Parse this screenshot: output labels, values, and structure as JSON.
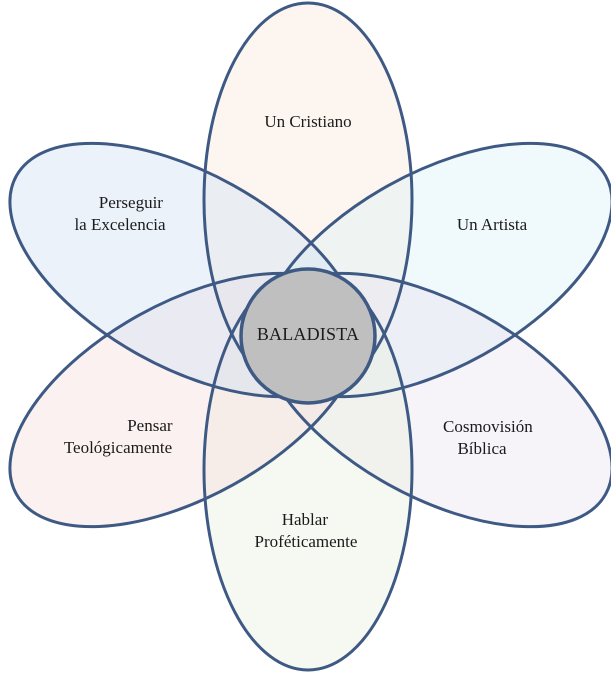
{
  "center": {
    "label": "BALADISTA",
    "color": "#bfbfbf"
  },
  "petals": [
    {
      "id": "cristiano",
      "lines": [
        "Un Cristiano"
      ],
      "color": "#fbe9dc"
    },
    {
      "id": "artista",
      "lines": [
        "Un Artista"
      ],
      "color": "#dcf0f6"
    },
    {
      "id": "cosmovision",
      "lines": [
        "Cosmovisión",
        "Bíblica"
      ],
      "color": "#e9e3f0"
    },
    {
      "id": "hablar",
      "lines": [
        "Hablar",
        "Proféticamente"
      ],
      "color": "#e9f1e0"
    },
    {
      "id": "pensar",
      "lines": [
        "Pensar",
        "Teológicamente"
      ],
      "color": "#f6dede"
    },
    {
      "id": "perseguir",
      "lines": [
        "Perseguir",
        "la Excelencia"
      ],
      "color": "#cfdff3"
    }
  ],
  "stroke_color": "#3e5a84"
}
